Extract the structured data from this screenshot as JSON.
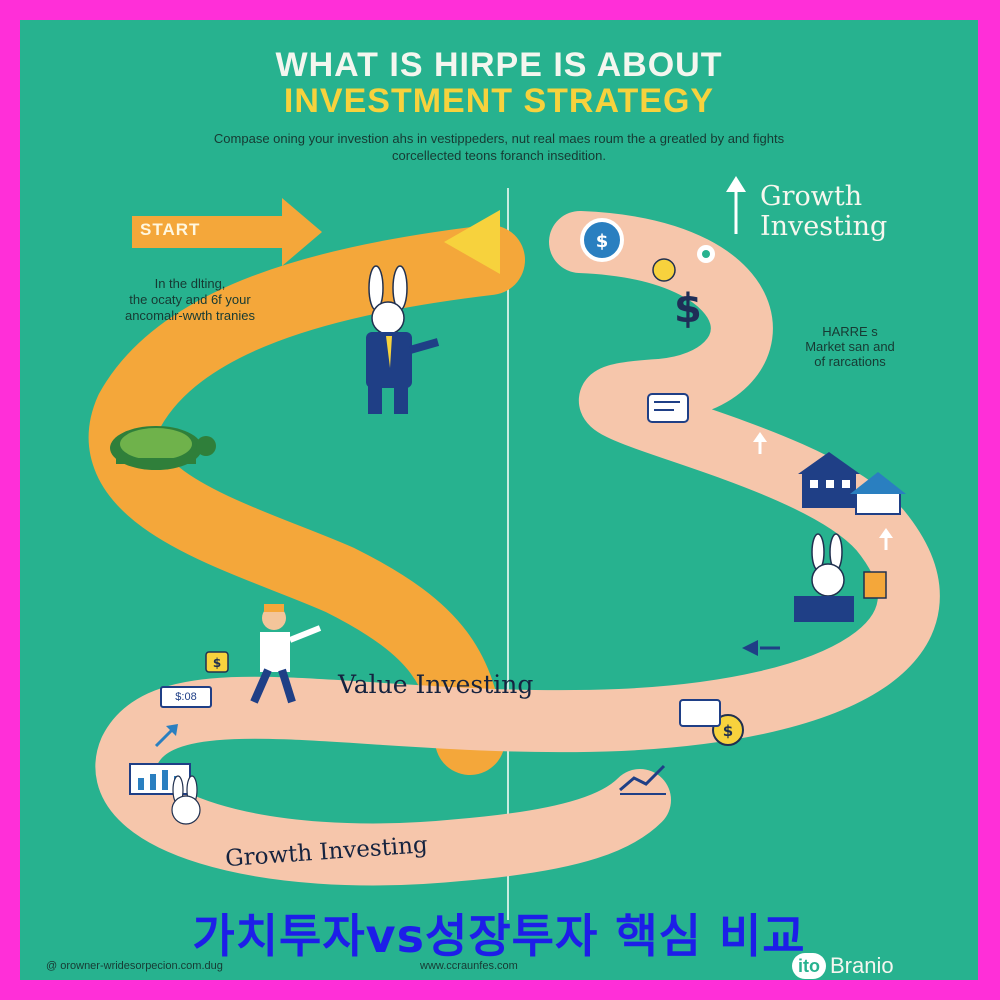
{
  "title": {
    "line1": "WHAT IS HIRPE IS ABOUT",
    "line2": "INVESTMENT STRATEGY"
  },
  "subtitle": {
    "line1": "Compase oning your investion ahs in vestippeders, nut real maes roum the a greatled by and fights",
    "line2": "corcellected teons foranch insedition."
  },
  "start_label": "START",
  "growth_top": {
    "line1": "Growth",
    "line2": "Investing"
  },
  "left_note": {
    "line1": "In the dlting,",
    "line2": "the ocaty and 6f your",
    "line3": "ancomalr-wwth tranies"
  },
  "right_note": {
    "line1": "HARRE s",
    "line2": "Market san and",
    "line3": "of rarcations"
  },
  "value_label": "Value Investing",
  "growth_bottom": "Growth Investing",
  "korean_caption": "가치투자vs성장투자 핵심 비교",
  "small_tags": {
    "price_tag": "$:08"
  },
  "footer": {
    "url_left": "@ orowner-wridesorpecion.com.dug",
    "url_center": "www.ccraunfes.com",
    "brand_logo": "ito",
    "brand_name": "Branio"
  },
  "icons": [
    "dollar-coin-icon",
    "gear-icon",
    "money-bag-icon",
    "dollar-sign-icon",
    "document-icon",
    "house-icon",
    "building-icon",
    "chart-icon",
    "arrow-up-icon",
    "arrow-left-icon",
    "turtle-icon",
    "rabbit-icon",
    "person-icon"
  ],
  "colors": {
    "background": "#27b28f",
    "frame": "#ff2fd8",
    "orange_path": "#f4a73a",
    "pink_path": "#f6c6ab",
    "title_yellow": "#f7d23d",
    "caption_blue": "#1d1ee8"
  }
}
